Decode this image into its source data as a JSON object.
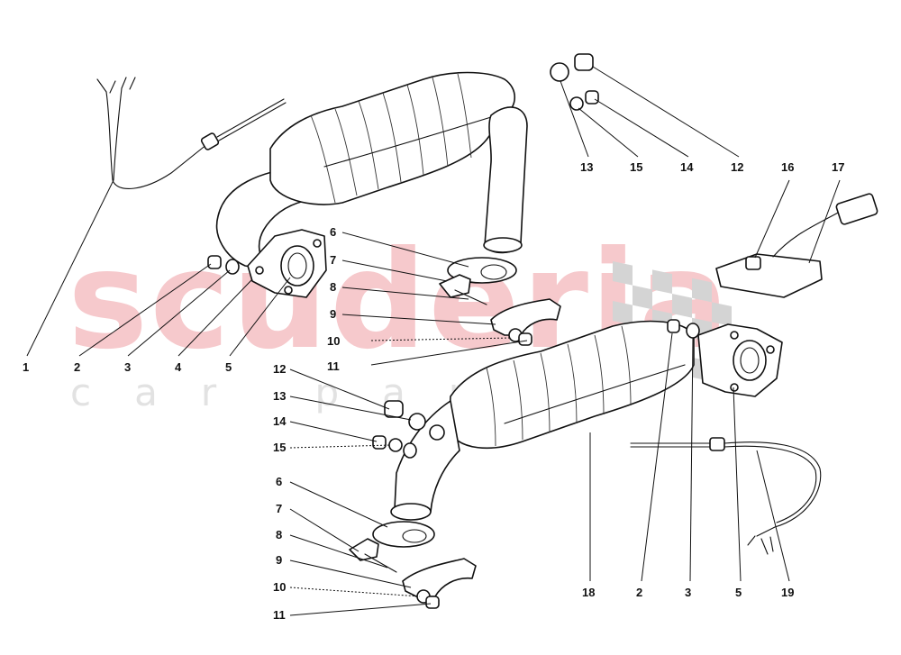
{
  "watermark": {
    "logo_text": "scuderia",
    "sub_text": "car parts",
    "logo_color": "#f6c9cc",
    "sub_color": "#e2e2e2"
  },
  "callouts": {
    "upper_left": [
      "1",
      "2",
      "3",
      "4",
      "5"
    ],
    "upper_clamp": [
      "6",
      "7",
      "8",
      "9",
      "10",
      "11"
    ],
    "upper_right_small": [
      "13",
      "15",
      "14",
      "12"
    ],
    "sensor_top": [
      "16",
      "17"
    ],
    "lower_left": [
      "12",
      "13",
      "14",
      "15",
      "6",
      "7",
      "8",
      "9",
      "10",
      "11"
    ],
    "lower_bottom": [
      "18",
      "2",
      "3",
      "5",
      "19"
    ]
  }
}
